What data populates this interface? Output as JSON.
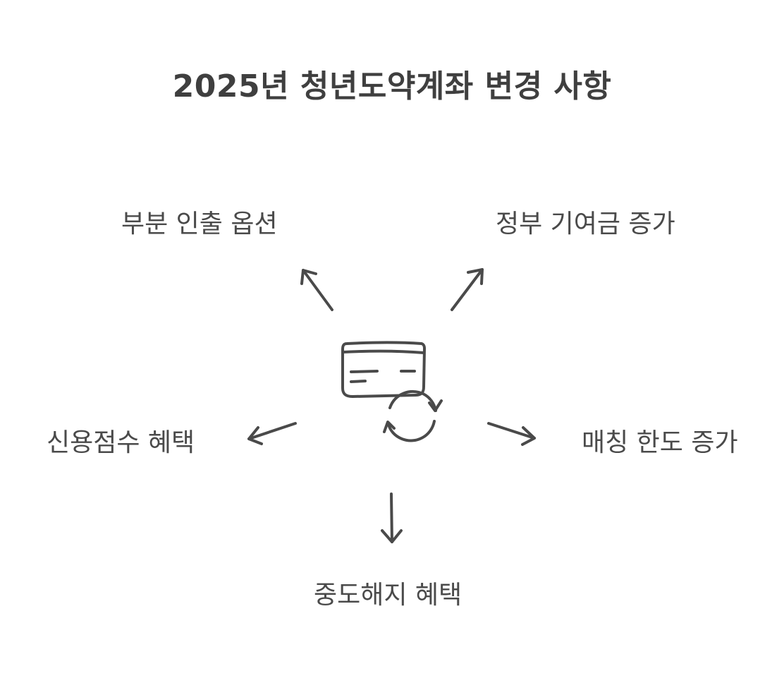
{
  "title": "2025년 청년도약계좌 변경 사항",
  "center_icon": "card-refresh-icon",
  "branches": {
    "top_left": "부분 인출 옵션",
    "top_right": "정부 기여금 증가",
    "mid_left": "신용점수 혜택",
    "mid_right": "매칭 한도 증가",
    "bottom": "중도해지 혜택"
  },
  "colors": {
    "text": "#484848",
    "stroke": "#4a4a4a",
    "background": "#ffffff"
  }
}
